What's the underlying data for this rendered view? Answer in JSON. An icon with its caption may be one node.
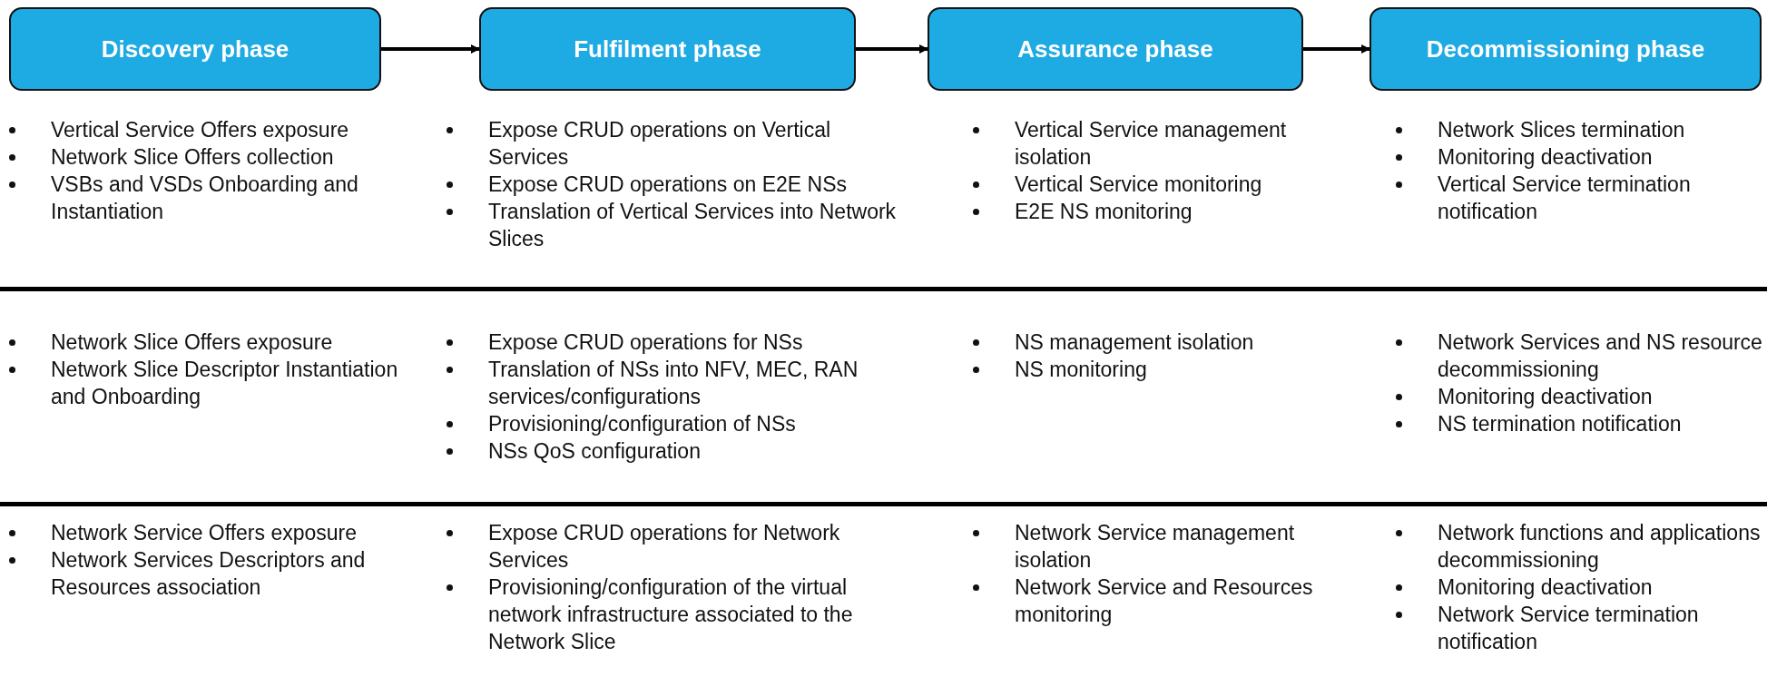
{
  "diagram": {
    "nodes": [
      {
        "text": [
          "Discovery phase"
        ]
      },
      {
        "text": [
          "Fulfilment phase"
        ]
      },
      {
        "text": [
          "Assurance phase"
        ]
      },
      {
        "text": [
          "Decommissioning phase"
        ]
      }
    ],
    "edges": [
      {
        "from": 0,
        "to": 1,
        "arrow": "to"
      },
      {
        "from": 1,
        "to": 2,
        "arrow": "to"
      },
      {
        "from": 2,
        "to": 3,
        "arrow": "to"
      }
    ],
    "labels": [
      "Vertical Service Offers exposure",
      "Network Slice Offers collection",
      "VSBs and VSDs Onboarding and Instantiation",
      "Expose CRUD operations on Vertical Services",
      "Expose CRUD operations on E2E NSs",
      "Translation of Vertical Services into Network Slices",
      "Vertical Service management isolation",
      "Vertical Service monitoring",
      "E2E NS monitoring",
      "Network Slices termination",
      "Monitoring deactivation",
      "Vertical Service termination notification",
      "Network Slice Offers exposure",
      "Network Slice Descriptor Instantiation and Onboarding",
      "Expose CRUD operations for NSs",
      "Translation of NSs into NFV, MEC, RAN services/configurations",
      "Provisioning/configuration of NSs",
      "NSs QoS configuration",
      "NS management isolation",
      "NS monitoring",
      "Network Services and NS resource decommissioning",
      "Monitoring deactivation",
      "NS termination notification",
      "Network Service Offers exposure",
      "Network Services Descriptors and Resources association",
      "Expose CRUD operations for Network Services",
      "Provisioning/configuration of the virtual network infrastructure associated to the Network Slice",
      "Network Service management isolation",
      "Network Service and Resources monitoring",
      "Network functions and applications decommissioning",
      "Monitoring deactivation",
      "Network Service termination notification"
    ]
  }
}
